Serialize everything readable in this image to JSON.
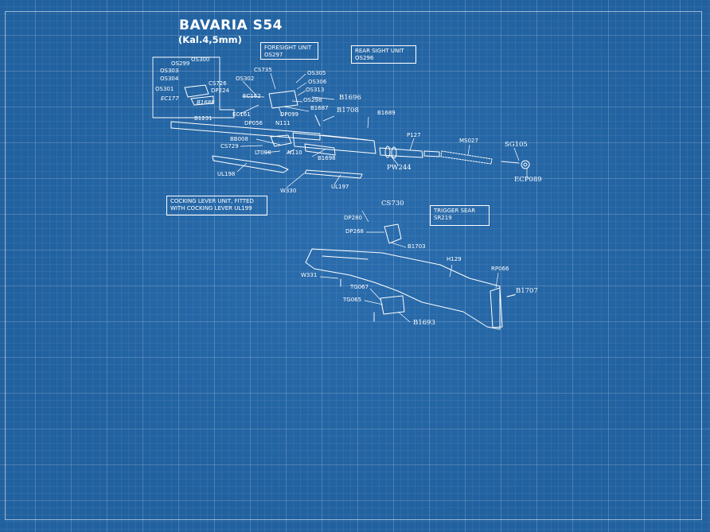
{
  "title": "BAVARIA S54",
  "subtitle": "(Kal.4,5mm)",
  "units": [
    {
      "line1": "FORESIGHT UNIT",
      "line2": "OS297"
    },
    {
      "line1": "REAR SIGHT UNIT",
      "line2": "OS296"
    },
    {
      "line1": "COCKING LEVER UNIT, FITTED",
      "line2": "WITH COCKING LEVER UL199"
    },
    {
      "line1": "TRIGGER SEAR",
      "line2": "SR219"
    }
  ],
  "parts": [
    "OS299",
    "OS300",
    "OS303",
    "OS304",
    "OS301",
    "CS726",
    "DP224",
    "EC177",
    "B1688",
    "OS302",
    "CS735",
    "OS305",
    "OS306",
    "OS313",
    "B1696",
    "EC162",
    "OS298",
    "B1687",
    "EC161",
    "DP099",
    "B1231",
    "DP056",
    "N111",
    "B1708",
    "B1689",
    "BB008",
    "CS729",
    "LT098",
    "N110",
    "B1698",
    "P127",
    "MS027",
    "SG105",
    "PW244",
    "ECP089",
    "UL198",
    "W330",
    "UL197",
    "CS730",
    "DP280",
    "DP268",
    "B1703",
    "H129",
    "RP066",
    "B1707",
    "W331",
    "TG067",
    "TG065",
    "B1693"
  ]
}
